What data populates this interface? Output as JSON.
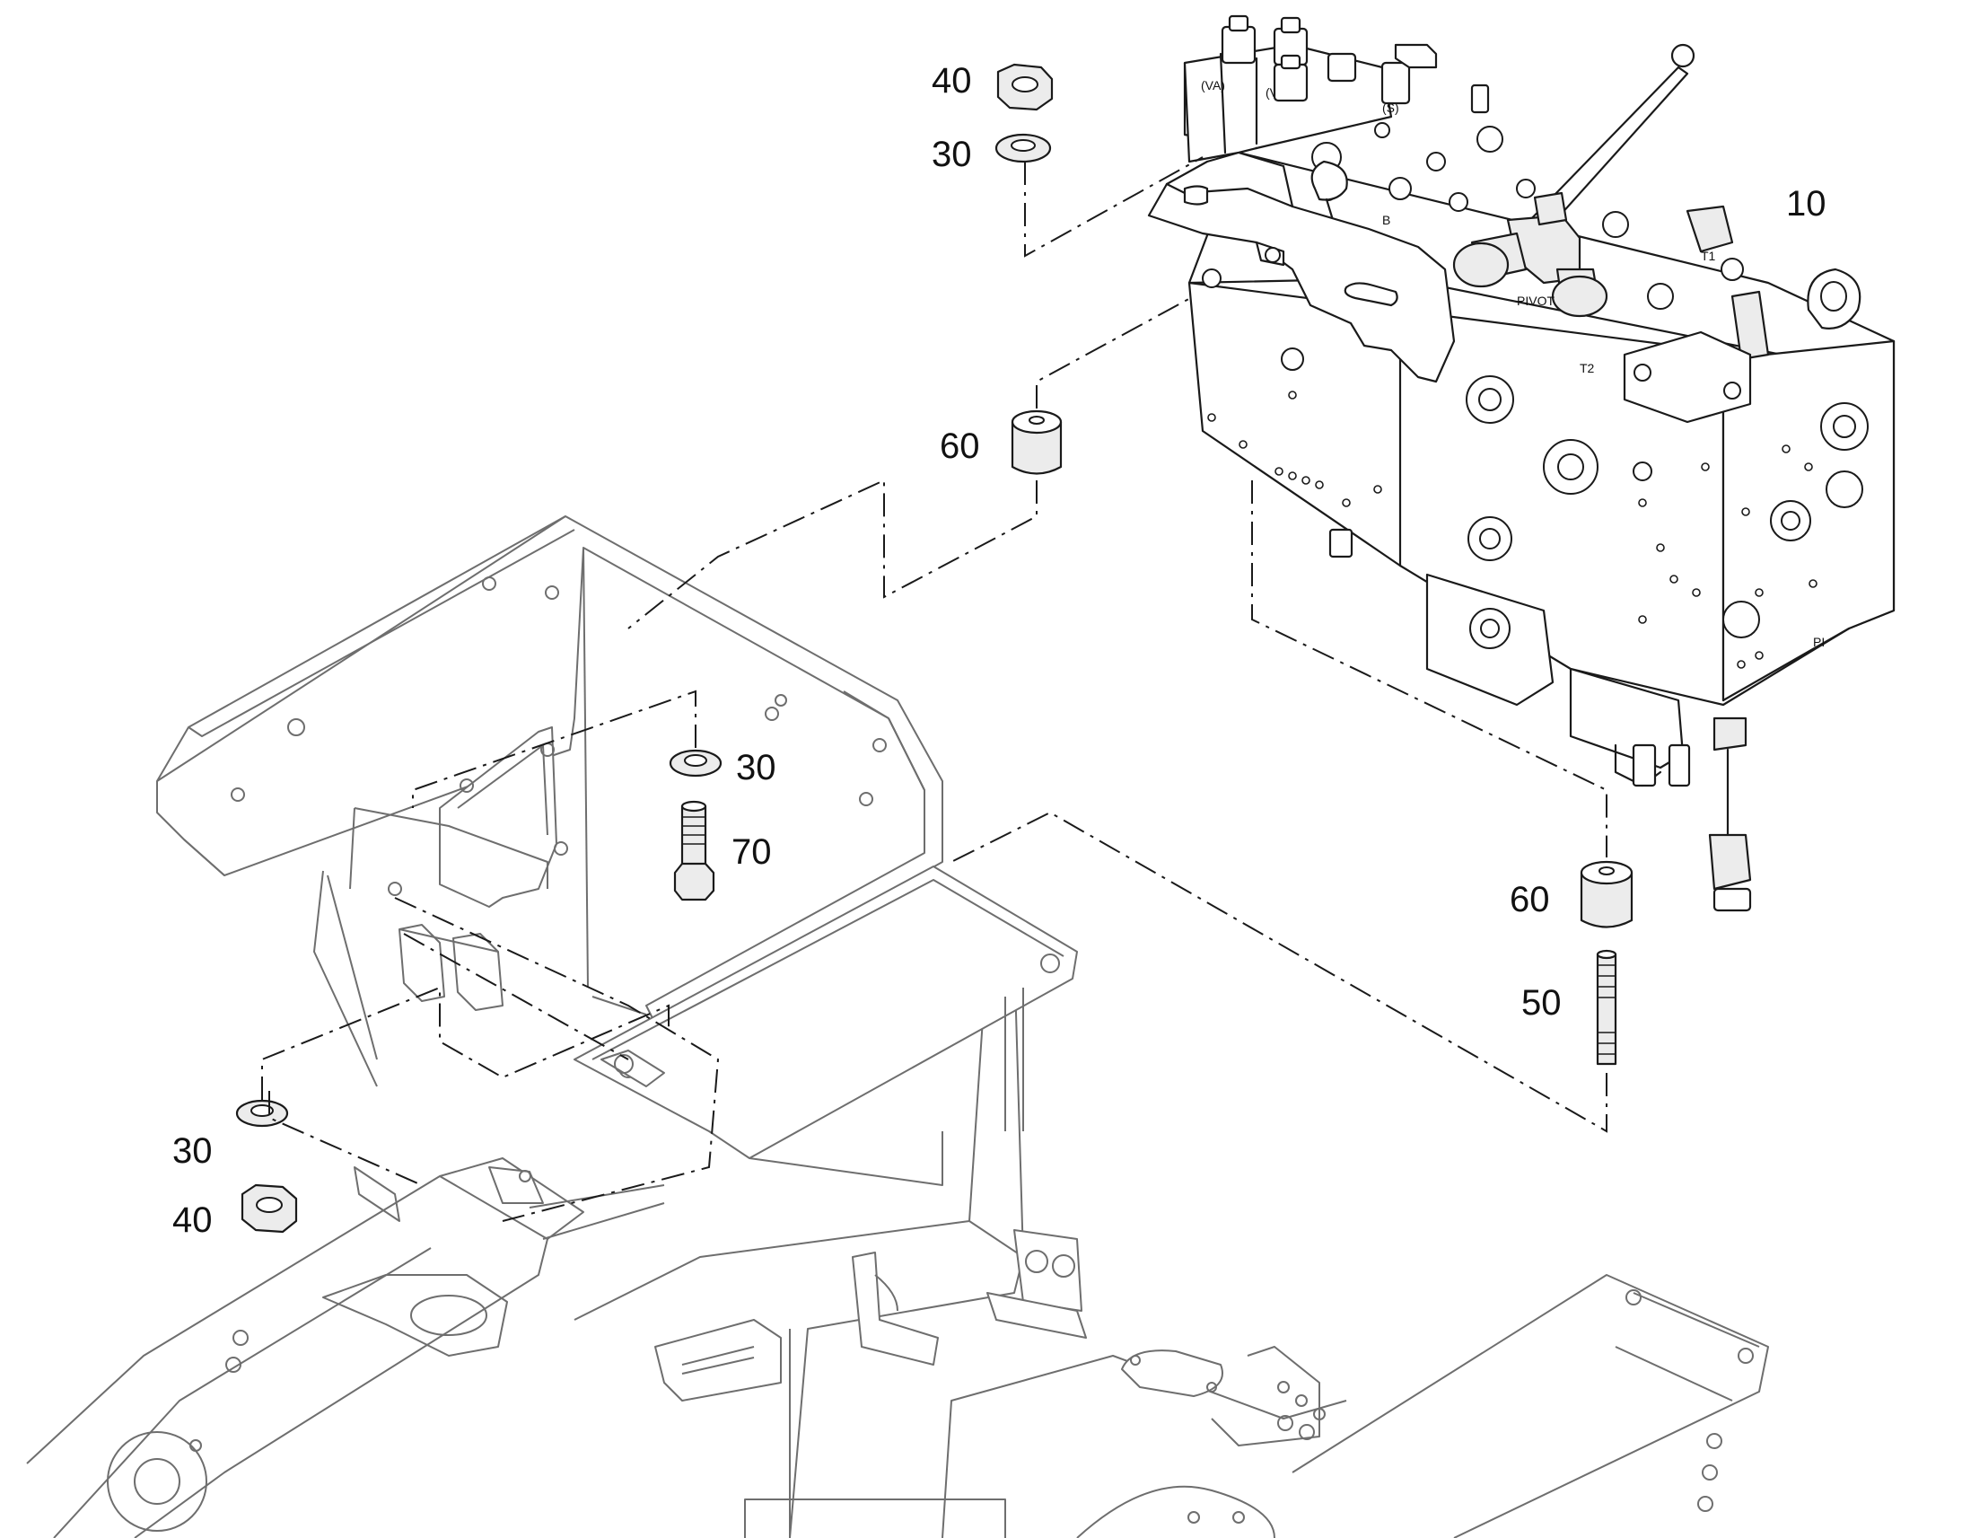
{
  "diagram": {
    "callouts": {
      "c40_top": "40",
      "c30_top": "30",
      "c10": "10",
      "c60_upper": "60",
      "c30_mid": "30",
      "c70": "70",
      "c60_lower": "60",
      "c50": "50",
      "c30_bottom": "30",
      "c40_bottom": "40"
    },
    "port_labels": {
      "p_a": "(VA)",
      "p_b": "(VB)",
      "p_s": "(S)",
      "p_t1": "T1",
      "p_pivot": "PIVOT",
      "p_t2": "T2",
      "p_pi": "PI",
      "p_b2": "B"
    }
  }
}
